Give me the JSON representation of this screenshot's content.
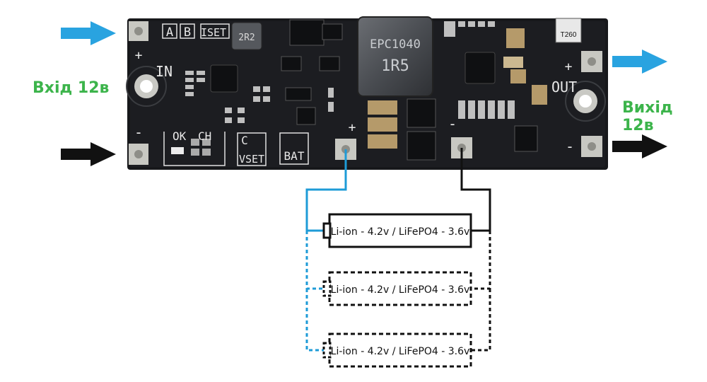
{
  "labels": {
    "input": "Вхід 12в",
    "output": "Вихід 12в"
  },
  "board": {
    "silkscreen": {
      "in_label": "IN",
      "out_label": "OUT",
      "plus": "+",
      "minus": "-",
      "a": "A",
      "b": "B",
      "iset": "ISET",
      "ok": "OK",
      "ch": "CH",
      "c": "C",
      "vset": "VSET",
      "bat": "BAT",
      "t260": "T260",
      "inductor_small": "2R2",
      "inductor_line1": "EPC1040",
      "inductor_line2": "1R5"
    }
  },
  "batteries": [
    {
      "label": "Li-ion - 4.2v / LiFePO4 - 3.6v",
      "style": "solid"
    },
    {
      "label": "Li-ion - 4.2v / LiFePO4 - 3.6v",
      "style": "dashed"
    },
    {
      "label": "Li-ion - 4.2v / LiFePO4 - 3.6v",
      "style": "dashed"
    }
  ],
  "colors": {
    "positive_arrow": "#29a3e0",
    "negative_arrow": "#111111",
    "positive_wire": "#1e9bd7",
    "negative_wire": "#111111",
    "pcb": "#17181b",
    "label_green": "#3cb44b"
  }
}
